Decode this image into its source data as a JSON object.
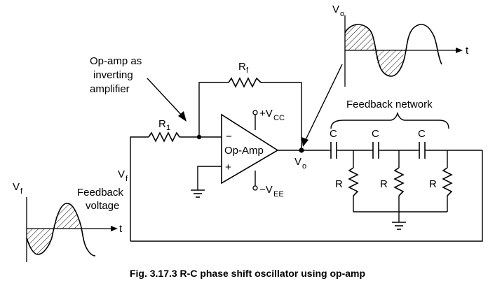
{
  "labels": {
    "opamp_title_line1": "Op-amp as",
    "opamp_title_line2": "inverting",
    "opamp_title_line3": "amplifier",
    "r1": "R",
    "r1_sub": "1",
    "rf": "R",
    "rf_sub": "f",
    "opamp": "Op-Amp",
    "minus": "−",
    "plus": "+",
    "vcc_prefix": "+V",
    "vcc_sub": "CC",
    "vee_prefix": "−V",
    "vee_sub": "EE",
    "vo_main": "V",
    "vo_sub": "o",
    "vf_main": "V",
    "vf_sub": "f",
    "feedback_voltage_line1": "Feedback",
    "feedback_voltage_line2": "voltage",
    "feedback_network": "Feedback network",
    "cap1": "C",
    "cap2": "C",
    "cap3": "C",
    "res1": "R",
    "res2": "R",
    "res3": "R",
    "vo_graph_main": "V",
    "vo_graph_sub": "o",
    "vo_graph_t": "t",
    "vf_graph_main": "V",
    "vf_graph_sub": "f",
    "vf_graph_t": "t"
  },
  "caption": "Fig. 3.17.3 R-C phase shift oscillator using op-amp"
}
